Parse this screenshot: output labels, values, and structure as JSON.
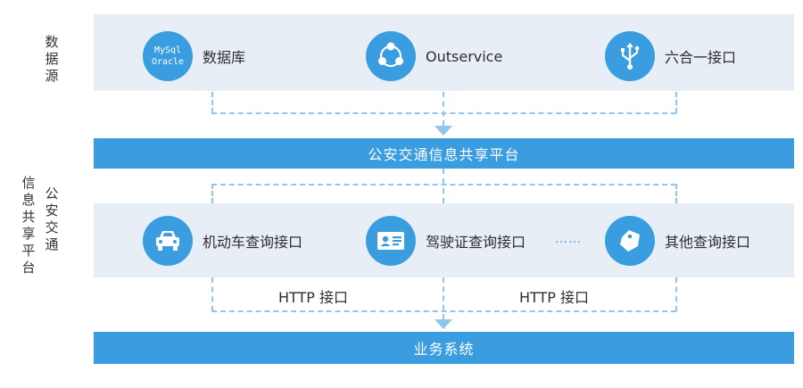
{
  "labels": {
    "data_source": "数据源",
    "platform_col1": "信息共享平台",
    "platform_col2": "公安交通"
  },
  "sources": [
    {
      "label": "数据库",
      "icon_text_1": "MySql",
      "icon_text_2": "Oracle",
      "icon": "database-icon"
    },
    {
      "label": "Outservice",
      "icon": "share-icon"
    },
    {
      "label": "六合一接口",
      "icon": "usb-icon"
    }
  ],
  "platform_bar": "公安交通信息共享平台",
  "interfaces": [
    {
      "label": "机动车查询接口",
      "icon": "car-icon"
    },
    {
      "label": "驾驶证查询接口",
      "icon": "id-card-icon"
    },
    {
      "label": "其他查询接口",
      "icon": "tag-icon"
    }
  ],
  "ellipsis": "……",
  "http_labels": [
    "HTTP 接口",
    "HTTP 接口"
  ],
  "business_bar": "业务系统",
  "colors": {
    "accent": "#3a9de0",
    "panel": "#e8eef6",
    "dash": "#8fc6ee"
  }
}
